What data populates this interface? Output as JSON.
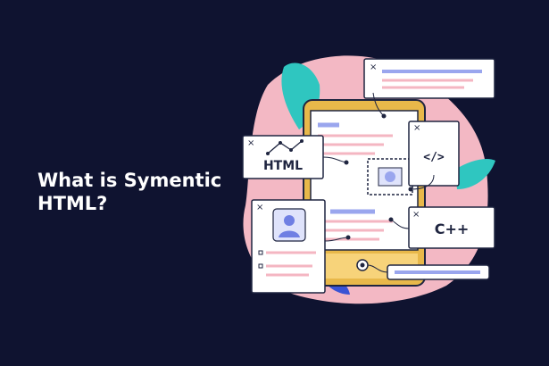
{
  "headline": "What is Symentic HTML?",
  "illustration": {
    "html_card_label": "HTML",
    "code_card_label": "</>",
    "cpp_card_label": "C++",
    "close_glyph": "×"
  },
  "colors": {
    "background": "#0f1330",
    "blob_pink": "#f3b8c4",
    "leaf_teal": "#2fc6c0",
    "leaf_blue": "#3a53d4",
    "phone_frame": "#e8b84a",
    "card_white": "#ffffff",
    "outline_dark": "#1f2540",
    "accent_lavender": "#9aa6ee",
    "accent_pink_lines": "#f4b6c2"
  }
}
